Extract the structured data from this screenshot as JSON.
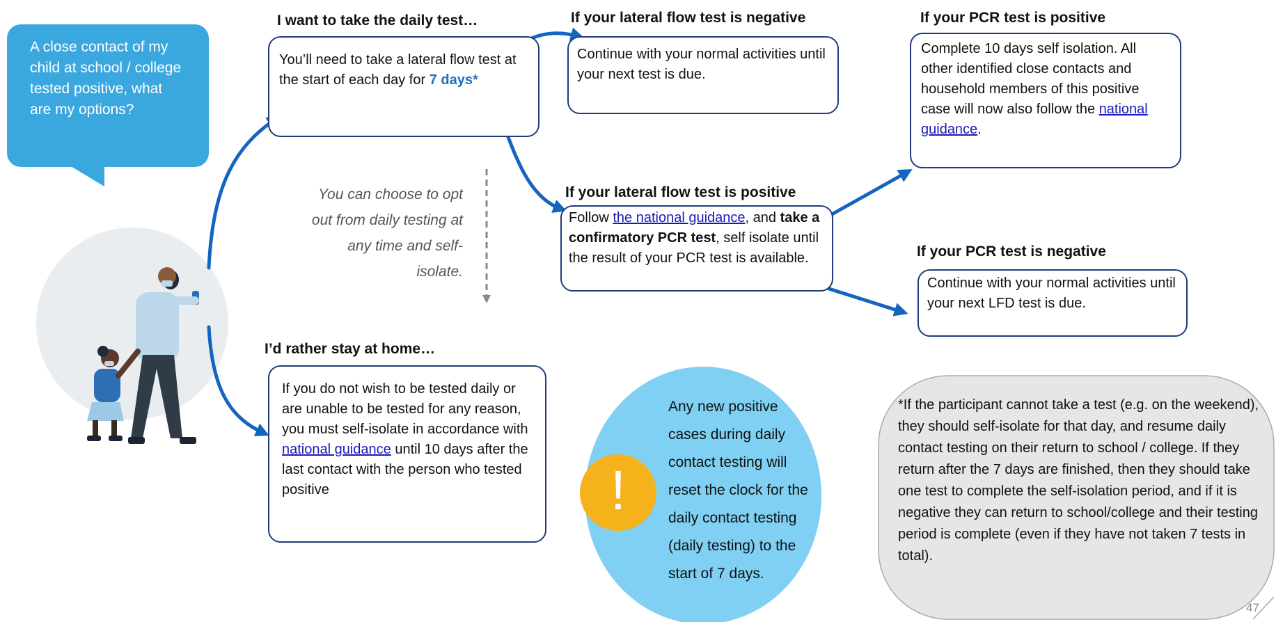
{
  "speech_bubble": {
    "text": "A close contact of my child at school / college tested positive, what are my options?"
  },
  "daily_test": {
    "heading": "I want to take the daily test…",
    "text_before": "You’ll need to take a lateral flow test at the start of each day for ",
    "emphasis": "7 days*"
  },
  "opt_out_note": "You can choose to opt out from daily testing at any time and self-isolate.",
  "lft_negative": {
    "heading": "If your lateral flow test is negative",
    "text": "Continue with your normal activities until your next test is due."
  },
  "lft_positive": {
    "heading": "If your lateral flow test is positive",
    "text_1": "Follow ",
    "link": "the national guidance",
    "text_2": ", and ",
    "bold": "take a confirmatory PCR test",
    "text_3": ", self isolate until the result of your PCR test is available."
  },
  "pcr_positive": {
    "heading": "If your PCR test is positive",
    "text": "Complete 10 days self isolation. All other identified close contacts and household members of this positive case will now also follow the ",
    "link": "national guidance",
    "text_end": "."
  },
  "pcr_negative": {
    "heading": "If your PCR test is negative",
    "text": "Continue with your normal activities until your next LFD test is due."
  },
  "stay_home": {
    "heading": "I’d rather stay at home…",
    "text_1": "If you do not wish to be tested daily or are unable to be tested for any reason, you must self-isolate in accordance with ",
    "link": "national guidance",
    "text_2": " until 10 days after the last contact with the person who tested positive"
  },
  "reset_notice": {
    "icon_glyph": "!",
    "text": "Any new positive cases during daily contact testing will reset the clock for the daily contact testing (daily testing) to the start of 7 days."
  },
  "footnote": {
    "text": "*If the participant cannot take a test (e.g. on the weekend), they should self-isolate for that day, and resume daily  contact testing on their return to school / college. If they return after the 7 days are finished, then they should take one test to complete the self-isolation period, and if it is negative they can return to school/college and their testing period is complete (even if they have not taken 7 tests in total)."
  },
  "page_number": "47",
  "colors": {
    "bubble": "#3ba7df",
    "arrow": "#1565c0",
    "box_border": "#1f3b7a",
    "notice_circle": "#7fd0f2",
    "warning": "#f6b21b",
    "footnote_bg": "#e6e6e6"
  }
}
